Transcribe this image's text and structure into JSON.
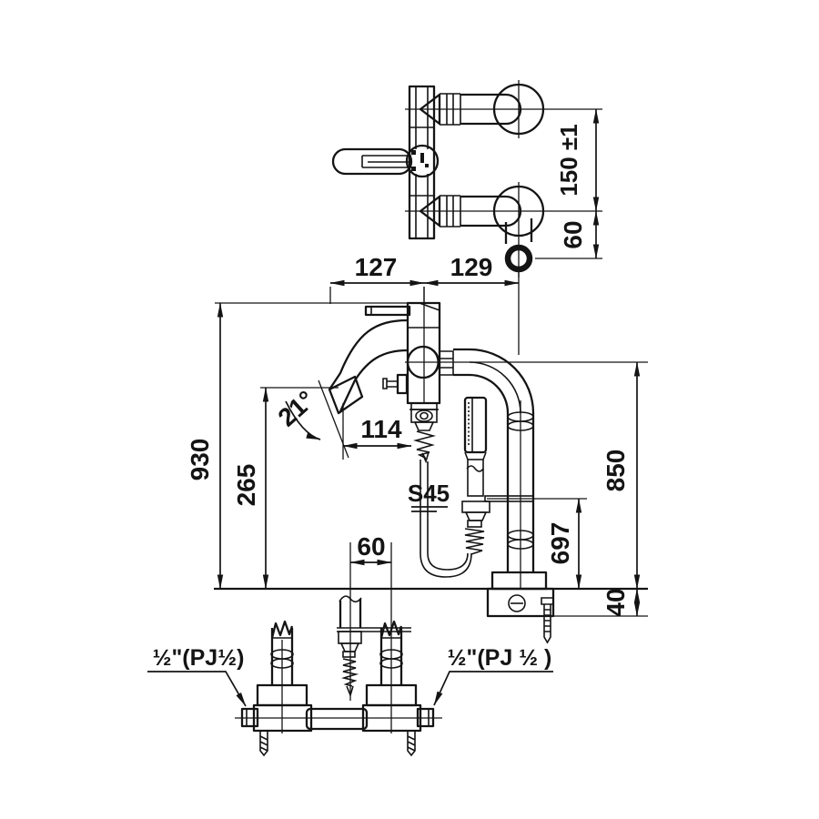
{
  "drawing": {
    "kind": "technical-dimension-drawing",
    "subject": "wall-mount bath shower mixer faucet",
    "line_color": "#141414",
    "background": "#ffffff",
    "views": {
      "top_view": {
        "dims": {
          "pipe_spacing": "150 ±1",
          "elbow_offset": "60"
        }
      },
      "front_view": {
        "dims": {
          "spout_reach": "127",
          "wall_offset": "129",
          "total_height": "930",
          "spout_height": "265",
          "spout_angle": "21°",
          "outlet_reach": "114",
          "riser_height": "850",
          "holder_height": "697",
          "base_height": "40",
          "outlet_offset": "60"
        },
        "labels": {
          "holder": "S45"
        }
      },
      "bottom_view": {
        "labels": {
          "left_connection": "½\"(PJ½)",
          "right_connection": "½\"(PJ ½ )"
        }
      }
    }
  }
}
